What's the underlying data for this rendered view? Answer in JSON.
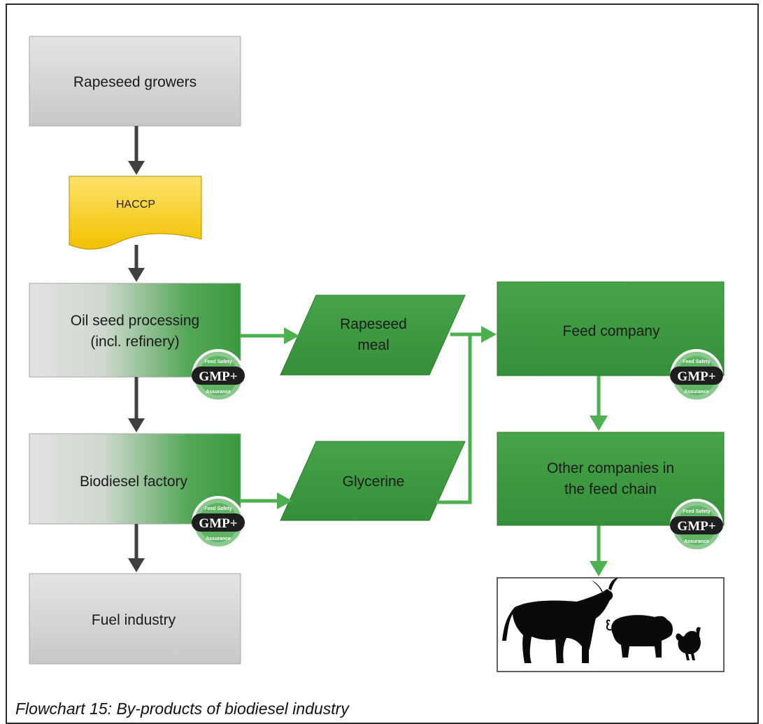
{
  "nodes": {
    "rapeseed_growers": "Rapeseed growers",
    "haccp": "HACCP",
    "oil_seed_processing": [
      "Oil seed processing",
      "(incl. refinery)"
    ],
    "biodiesel_factory": "Biodiesel factory",
    "fuel_industry": "Fuel industry",
    "rapeseed_meal": [
      "Rapeseed",
      "meal"
    ],
    "glycerine": "Glycerine",
    "feed_company": "Feed company",
    "other_companies": [
      "Other companies in",
      "the feed chain"
    ]
  },
  "badge": {
    "top": "Feed Safety",
    "middle": "GMP+",
    "bottom": "Assurance"
  },
  "caption": "Flowchart 15: By-products of biodiesel industry",
  "colors": {
    "gray_arrow": "#404040",
    "green_arrow": "#4caf50",
    "green_box": "#3d9a40",
    "gray_box": "#d6d6d6",
    "haccp_yellow": "#f6c700"
  }
}
